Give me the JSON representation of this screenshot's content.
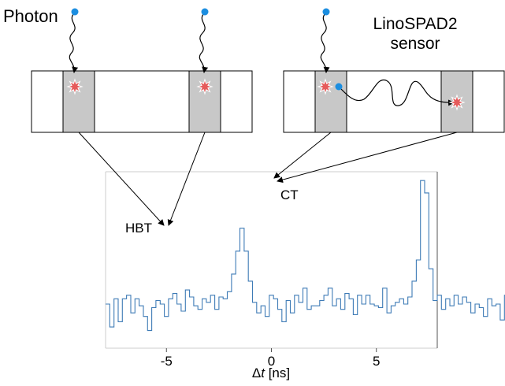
{
  "labels": {
    "photon": "Photon",
    "sensor_line1": "LinoSPAD2",
    "sensor_line2": "sensor",
    "hbt": "HBT",
    "ct": "CT"
  },
  "colors": {
    "photon_dot": "#1c8ee0",
    "star": "#e55a5a",
    "pixel_active": "#c8c8c8",
    "histogram": "#3e7bb6",
    "frame": "#000000"
  },
  "icons": [
    "photon-dot-icon",
    "detection-star-icon"
  ],
  "chart_data": {
    "type": "line",
    "style": "step histogram",
    "xlabel_prefix": "Δ",
    "xlabel_var": "t",
    "xlabel_unit": "[ns]",
    "xticks": [
      -5,
      0,
      5
    ],
    "xtick_labels": [
      "-5",
      "0",
      "5"
    ],
    "xlim": [
      -7.9,
      7.9
    ],
    "ylim": [
      0,
      1
    ],
    "grid": false,
    "series": [
      {
        "x_start": -7.9,
        "bin_width": 0.2,
        "values": [
          0.25,
          0.12,
          0.28,
          0.15,
          0.28,
          0.3,
          0.2,
          0.28,
          0.24,
          0.18,
          0.1,
          0.23,
          0.27,
          0.25,
          0.18,
          0.28,
          0.31,
          0.25,
          0.21,
          0.33,
          0.29,
          0.24,
          0.22,
          0.28,
          0.26,
          0.3,
          0.22,
          0.29,
          0.28,
          0.32,
          0.42,
          0.55,
          0.68,
          0.55,
          0.38,
          0.26,
          0.2,
          0.24,
          0.18,
          0.3,
          0.28,
          0.22,
          0.15,
          0.27,
          0.2,
          0.3,
          0.26,
          0.34,
          0.22,
          0.24,
          0.24,
          0.27,
          0.3,
          0.34,
          0.24,
          0.28,
          0.22,
          0.31,
          0.28,
          0.19,
          0.3,
          0.25,
          0.3,
          0.25,
          0.24,
          0.23,
          0.34,
          0.2,
          0.24,
          0.26,
          0.28,
          0.25,
          0.29,
          0.38,
          0.5,
          0.95,
          0.88,
          0.45,
          0.27,
          0.3,
          0.22,
          0.28,
          0.24,
          0.3,
          0.25,
          0.29,
          0.26,
          0.2,
          0.25,
          0.23,
          0.18,
          0.28,
          0.24,
          0.25,
          0.16,
          0.3,
          0.2,
          0.24,
          0.27,
          0.27,
          0.25,
          0.3,
          0.36,
          0.3,
          0.26,
          0.35,
          0.2,
          0.25,
          0.24,
          0.22,
          0.28,
          0.22,
          0.15,
          0.28,
          0.3,
          0.25,
          0.25,
          0.34,
          0.22,
          0.28,
          0.22,
          0.31,
          0.25,
          0.19,
          0.25,
          0.27,
          0.3,
          0.25,
          0.2,
          0.25,
          0.3,
          0.25,
          0.28,
          0.25,
          0.2,
          0.27,
          0.29,
          0.22,
          0.24,
          0.25,
          0.23,
          0.26,
          0.31,
          0.25,
          0.26,
          0.27,
          0.25,
          0.24,
          0.25,
          0.27,
          0.3,
          0.22,
          0.28,
          0.25,
          0.27,
          0.31,
          0.25,
          0.28,
          0.2,
          0.27,
          0.32,
          0.25,
          0.32,
          0.25,
          0.22,
          0.26
        ]
      }
    ]
  }
}
